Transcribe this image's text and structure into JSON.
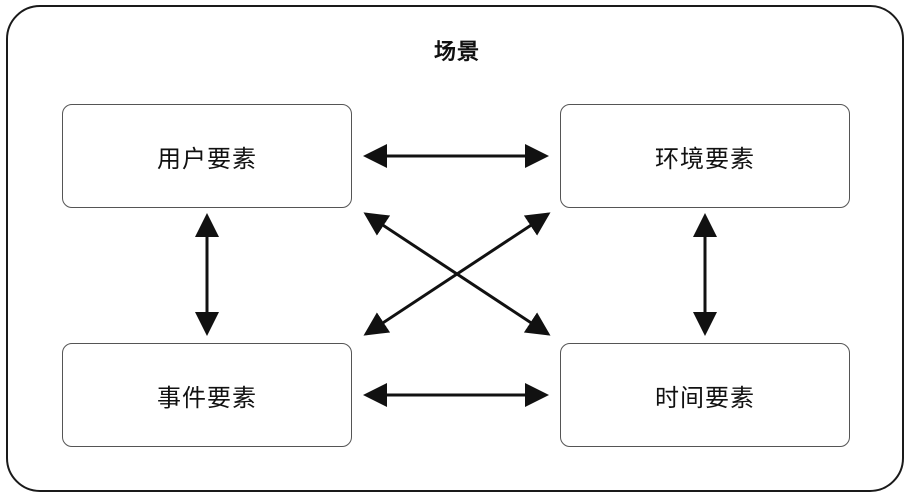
{
  "diagram": {
    "title": "场景",
    "nodes": {
      "user": "用户要素",
      "environment": "环境要素",
      "event": "事件要素",
      "time": "时间要素"
    },
    "connections": [
      {
        "from": "user",
        "to": "environment",
        "type": "bidirectional"
      },
      {
        "from": "user",
        "to": "event",
        "type": "bidirectional"
      },
      {
        "from": "environment",
        "to": "time",
        "type": "bidirectional"
      },
      {
        "from": "event",
        "to": "time",
        "type": "bidirectional"
      },
      {
        "from": "user",
        "to": "time",
        "type": "bidirectional"
      },
      {
        "from": "environment",
        "to": "event",
        "type": "bidirectional"
      }
    ]
  }
}
